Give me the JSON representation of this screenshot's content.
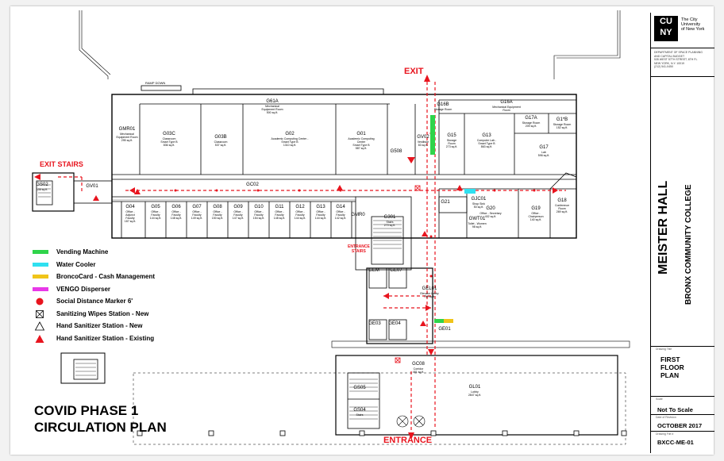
{
  "labels": {
    "exit_top": "EXIT",
    "exit_stairs": "EXIT STAIRS",
    "entrance_stairs": "ENTRANCE\nSTAIRS",
    "entrance": "ENTRANCE",
    "plan_title_1": "COVID PHASE 1",
    "plan_title_2": "CIRCULATION PLAN",
    "ramp_down": "RAMP DOWN"
  },
  "legend": [
    {
      "label": "Vending Machine",
      "type": "swatch",
      "color": "#2fd44a"
    },
    {
      "label": "Water Cooler",
      "type": "swatch",
      "color": "#2fe0f0"
    },
    {
      "label": "BroncoCard - Cash Management",
      "type": "swatch",
      "color": "#f0c419"
    },
    {
      "label": "VENGO Disperser",
      "type": "swatch",
      "color": "#e838e8"
    },
    {
      "label": "Social Distance Marker 6'",
      "type": "dot",
      "color": "#e8141e"
    },
    {
      "label": "Sanitizing Wipes Station - New",
      "type": "box-x",
      "color": "#e8141e"
    },
    {
      "label": "Hand Sanitizer Station - New",
      "type": "triangle-open",
      "color": "#e8141e"
    },
    {
      "label": "Hand Sanitizer Station - Existing",
      "type": "triangle-filled",
      "color": "#e8141e"
    }
  ],
  "rooms": [
    {
      "id": "G61A",
      "name": "Mechanical\nEquipment Room",
      "area": "500 sq.ft."
    },
    {
      "id": "GMR01",
      "name": "Mechanical\nEquipment Room",
      "area": "295 sq.ft."
    },
    {
      "id": "G03C",
      "name": "Classroom\nSmart Type B",
      "area": "836 sq.ft."
    },
    {
      "id": "G03B",
      "name": "Classroom",
      "area": "537 sq.ft."
    },
    {
      "id": "G02",
      "name": "Academic Computing Center -\nSmart Type B",
      "area": "1310 sq.ft."
    },
    {
      "id": "G01",
      "name": "Academic Computing\nCenter\nSmart Type B",
      "area": "587 sq.ft."
    },
    {
      "id": "G508",
      "name": "",
      "area": ""
    },
    {
      "id": "GV02",
      "name": "Vestibule",
      "area": "83 sq.ft."
    },
    {
      "id": "G16B",
      "name": "Storage Room",
      "area": ""
    },
    {
      "id": "G16A",
      "name": "Mechanical Equipment\nRoom",
      "area": ""
    },
    {
      "id": "G15",
      "name": "Storage\nRoom",
      "area": "273 sq.ft."
    },
    {
      "id": "G13",
      "name": "Computer Lab -\nSmart Type B",
      "area": "863 sq.ft."
    },
    {
      "id": "G17A",
      "name": "Storage Room",
      "area": "209 sq.ft."
    },
    {
      "id": "G1*B",
      "name": "Storage Room",
      "area": "152 sq.ft."
    },
    {
      "id": "G17",
      "name": "Lab",
      "area": "596 sq.ft."
    },
    {
      "id": "GS02",
      "name": "",
      "area": "336 sq.ft."
    },
    {
      "id": "GV01",
      "name": "",
      "area": ""
    },
    {
      "id": "GC02",
      "name": "",
      "area": ""
    },
    {
      "id": "G04",
      "name": "Office -\nAdjunct\nFaculty",
      "area": "187 sq.ft."
    },
    {
      "id": "G05",
      "name": "Office -\nFaculty",
      "area": "144 sq.ft."
    },
    {
      "id": "G06",
      "name": "Office -\nFaculty",
      "area": "148 sq.ft."
    },
    {
      "id": "G07",
      "name": "Office -\nFaculty",
      "area": "149 sq.ft."
    },
    {
      "id": "G08",
      "name": "Office -\nFaculty",
      "area": "150 sq.ft."
    },
    {
      "id": "G09",
      "name": "Office -\nFaculty",
      "area": "147 sq.ft."
    },
    {
      "id": "G10",
      "name": "Office -\nFaculty",
      "area": "154 sq.ft."
    },
    {
      "id": "G11",
      "name": "Office -\nFaculty",
      "area": "148 sq.ft."
    },
    {
      "id": "G12",
      "name": "Office -\nFaculty",
      "area": "144 sq.ft."
    },
    {
      "id": "G13",
      "name": "Office -\nFaculty",
      "area": "144 sq.ft."
    },
    {
      "id": "G14",
      "name": "Office -\nFaculty",
      "area": "142 sq.ft."
    },
    {
      "id": "GMR0",
      "name": "",
      "area": ""
    },
    {
      "id": "G301",
      "name": "Stairs",
      "area": "270 sq.ft."
    },
    {
      "id": "GJC01",
      "name": "Shop Sink",
      "area": "50 sq.ft."
    },
    {
      "id": "G21",
      "name": "",
      "area": ""
    },
    {
      "id": "GWT01",
      "name": "Toilet - Women",
      "area": "98 sq.ft."
    },
    {
      "id": "G20",
      "name": "Office - Secretary",
      "area": "402 sq.ft."
    },
    {
      "id": "G19",
      "name": "Office -\nChairperson",
      "area": "140 sq.ft."
    },
    {
      "id": "G18",
      "name": "Conference\nRoom",
      "area": "269 sq.ft."
    },
    {
      "id": "GEM",
      "name": "",
      "area": ""
    },
    {
      "id": "GE07",
      "name": "",
      "area": ""
    },
    {
      "id": "GEL01",
      "name": "Elevator Lobby",
      "area": "755 sq.ft."
    },
    {
      "id": "GE03",
      "name": "",
      "area": ""
    },
    {
      "id": "GE04",
      "name": "",
      "area": ""
    },
    {
      "id": "GE01",
      "name": "",
      "area": ""
    },
    {
      "id": "GC08",
      "name": "Corridor",
      "area": "481 sq.ft."
    },
    {
      "id": "GL01",
      "name": "Lobby",
      "area": "2847 sq.ft."
    },
    {
      "id": "GS05",
      "name": "",
      "area": ""
    },
    {
      "id": "GS04",
      "name": "Stairs",
      "area": ""
    }
  ],
  "title_block": {
    "logo_letters": "CU\nNY",
    "org": "The City\nUniversity\nof New York",
    "dept": "DEPARTMENT OF SPACE PLANNING\nAND CAPITAL BUDGET\n535 WEST 57TH STREET, 6TH FL\nNEW YORK, N.Y. 10019\n(212) 541-0450",
    "building": "MEISTER HALL",
    "college": "BRONX COMMUNITY COLLEGE",
    "drawing_title_label": "Drawing Title",
    "drawing_title": "FIRST\nFLOOR\nPLAN",
    "scale_label": "Scale",
    "scale": "Not To Scale",
    "date_label": "Date of Revision",
    "date": "OCTOBER 2017",
    "drawing_no_label": "Drawing File #",
    "drawing_no": "BXCC-ME-01"
  },
  "colors": {
    "route": "#e8141e",
    "vending": "#2fd44a",
    "water": "#2fe0f0",
    "bronco": "#f0c419",
    "vengo": "#e838e8"
  }
}
